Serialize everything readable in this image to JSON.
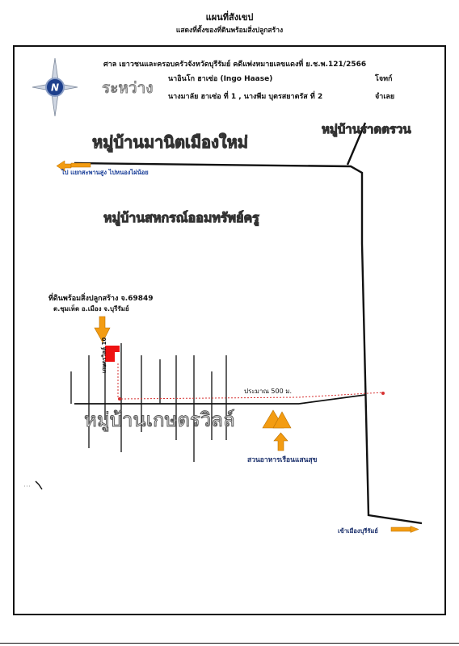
{
  "header": {
    "title": "แผนที่สังเขป",
    "subtitle": "แสดงที่ตั้งของที่ดินพร้อมสิ่งปลูกสร้าง"
  },
  "case_info": {
    "court_line": "ศาล  เยาวชนและครอบครัวจังหวัดบุรีรัมย์   คดีแพ่งหมายเลขแดงที่  ย.ช.พ.121/2566",
    "between_label": "ระหว่าง",
    "plaintiff_name": "นาอินโก ฮาเซ่อ (Ingo Haase)",
    "plaintiff_role": "โจทก์",
    "defendant_name": "นางมาลัย ฮาเซ่อ  ที่ 1 , นางพีม  บุตรสยาตรัส ที่ 2",
    "defendant_role": "จำเลย"
  },
  "compass": {
    "letter": "N",
    "icon": "compass-rose-icon"
  },
  "map_labels": {
    "village_north_left": "หมู่บ้านมานิตเมืองใหม่",
    "village_north_right": "หมู่บ้านราดตรวน",
    "road_direction_west": "ไป  แยกสะพานสูง  ไปหนองไผ่น้อย",
    "village_middle": "หมู่บ้านสหกรณ์ออมทรัพย์ครู",
    "land_title": "ที่ดินพร้อมสิ่งปลูกสร้าง  จ.69849",
    "land_location": "ต.ชุมเห็ด อ.เมือง จ.บุรีรัมย์",
    "soi_label": "เกษตรวิลล์ 10",
    "distance_label": "ประมาณ 500 ม.",
    "village_south": "หมู่บ้านเกษตรวิลล์",
    "restaurant_label": "สวนอาหารเรือนแสนสุข",
    "city_direction": "เข้าเมืองบุรีรัมย์"
  },
  "colors": {
    "arrow_orange": "#f39c12",
    "land_red": "#ee1111",
    "compass_blue": "#1d3f8c",
    "road_black": "#111111",
    "dotted_red": "#d63030"
  }
}
